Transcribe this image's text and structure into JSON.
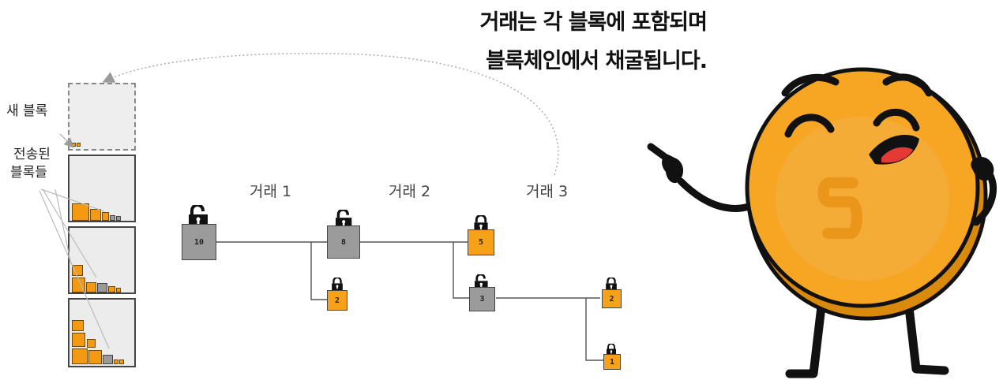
{
  "headline": {
    "line1": "거래는 각 블록에 포함되며",
    "line2": "블록체인에서 채굴됩니다."
  },
  "sidebar": {
    "new_block_label": "새 블록",
    "sent_blocks_line1": "전송된",
    "sent_blocks_line2": "블록들"
  },
  "transactions": [
    "거래 1",
    "거래 2",
    "거래 3"
  ],
  "nodes": {
    "n10": "10",
    "n8": "8",
    "n2a": "2",
    "n5": "5",
    "n3": "3",
    "n2b": "2",
    "n1": "1"
  },
  "colors": {
    "orange": "#f5a11a",
    "gray": "#9b9b9b",
    "coin": "#f6a623",
    "coin_dark": "#d98a0c"
  },
  "icons": [
    "unlocked-padlock-icon",
    "locked-padlock-icon",
    "coin-mascot"
  ]
}
